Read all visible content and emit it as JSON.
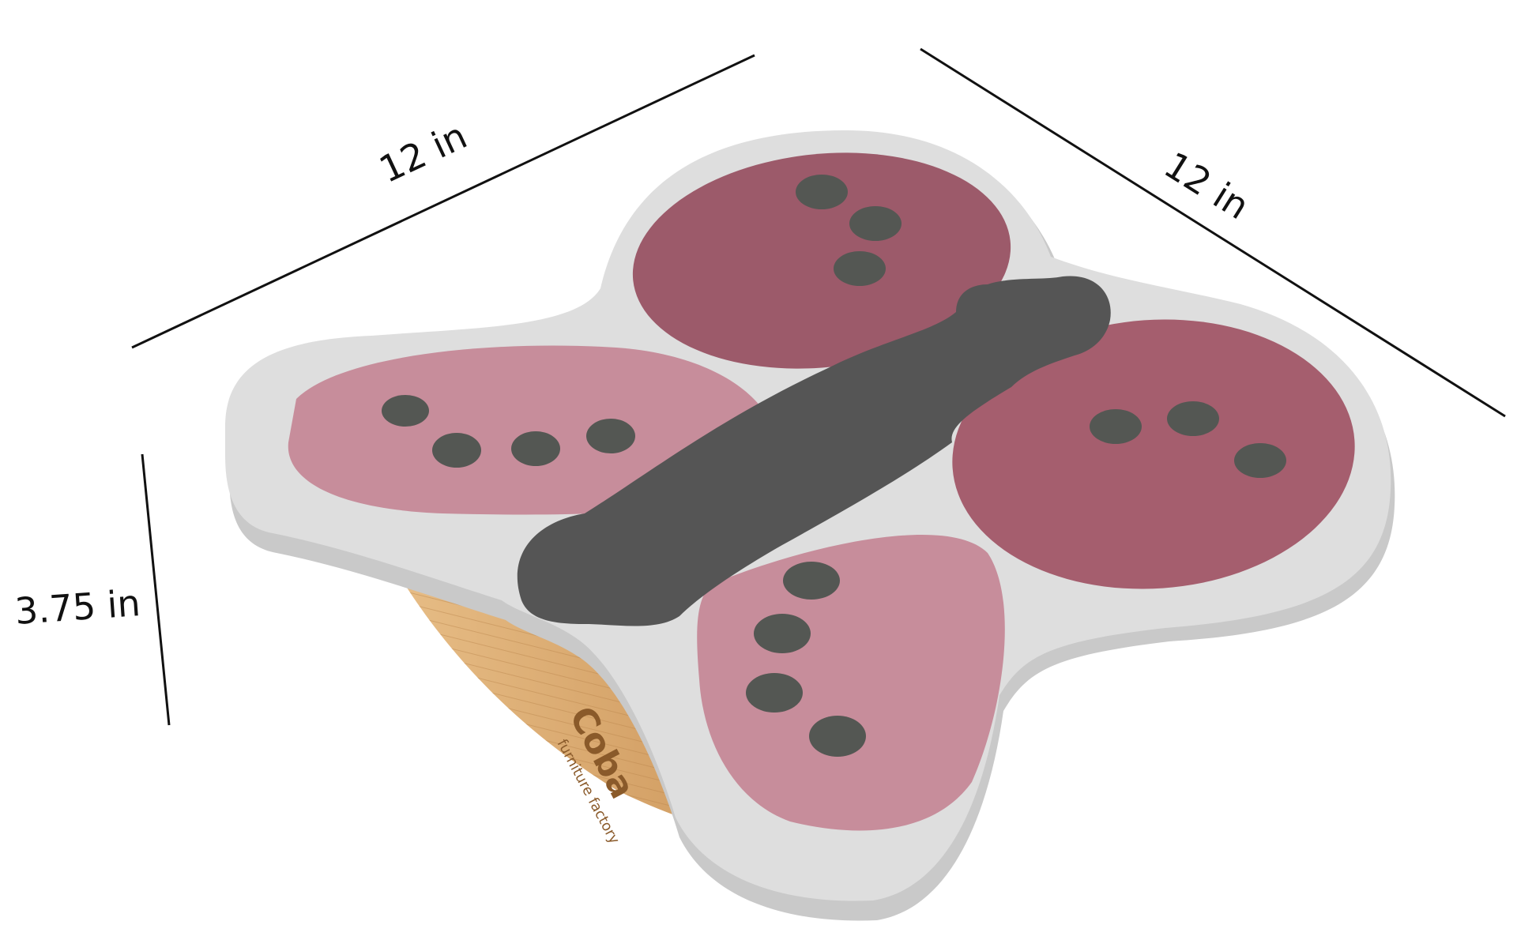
{
  "product": {
    "brand_text": "Coba",
    "brand_subtext": "furniture factory",
    "colors": {
      "background": "#ffffff",
      "board_top": "#dedede",
      "board_edge": "#c7c7c7",
      "upper_wing": "#9c5a6a",
      "lower_wing": "#c78d9b",
      "body": "#555555",
      "dots": "#545753",
      "wood_base": "#d6a46a",
      "dimension_lines": "#111111"
    }
  },
  "dimensions": {
    "width_label": "12 in",
    "depth_label": "12 in",
    "height_label": "3.75 in"
  }
}
